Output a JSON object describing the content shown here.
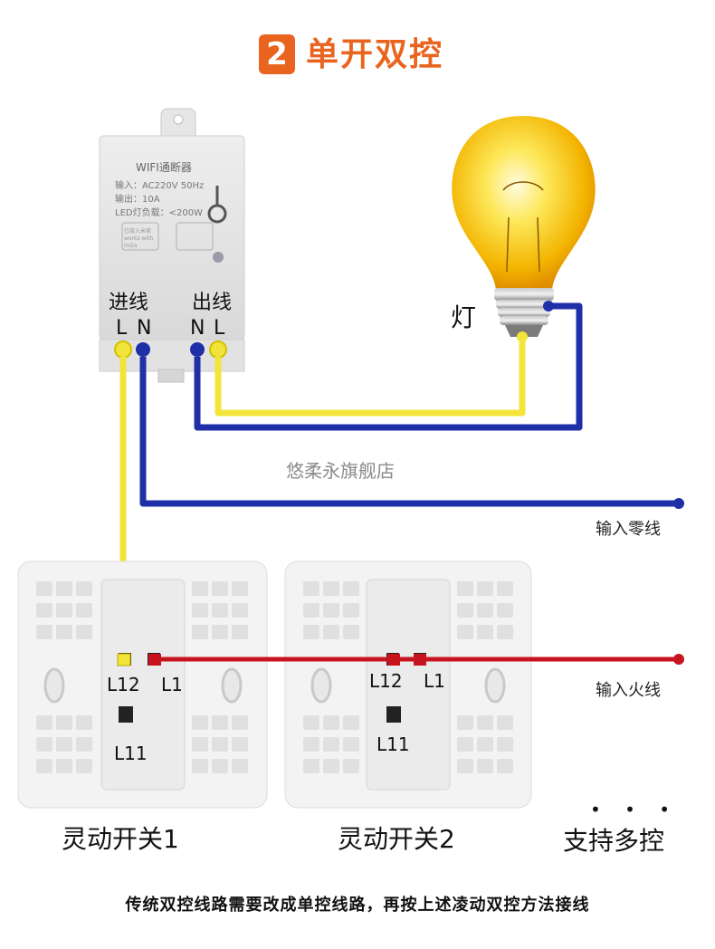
{
  "header": {
    "number": "2",
    "title": "单开双控"
  },
  "module": {
    "name": "WIFI通断器",
    "spec_input": "输入：AC220V 50Hz",
    "spec_output": "输出：10A",
    "spec_led": "LED灯负载：<200W",
    "logo_text": "已接入米家 works with mijia",
    "input_group": "进线",
    "output_group": "出线",
    "terminals": [
      "L",
      "N",
      "N",
      "L"
    ]
  },
  "lamp": {
    "label": "灯"
  },
  "watermark": "悠柔永旗舰店",
  "lines": {
    "neutral_in": "输入零线",
    "live_in": "输入火线"
  },
  "switches": [
    {
      "label": "灵动开关1",
      "t_l12": "L12",
      "t_l1": "L1",
      "t_l11": "L11"
    },
    {
      "label": "灵动开关2",
      "t_l12": "L12",
      "t_l1": "L1",
      "t_l11": "L11"
    }
  ],
  "multi": {
    "dots": "• • •",
    "label": "支持多控"
  },
  "footer": "传统双控线路需要改成单控线路，再按上述凌动双控方法接线",
  "colors": {
    "accent": "#e8641f",
    "yellow_wire": "#f3e43a",
    "blue_wire": "#1f2fa8",
    "red_wire": "#c8141e"
  }
}
